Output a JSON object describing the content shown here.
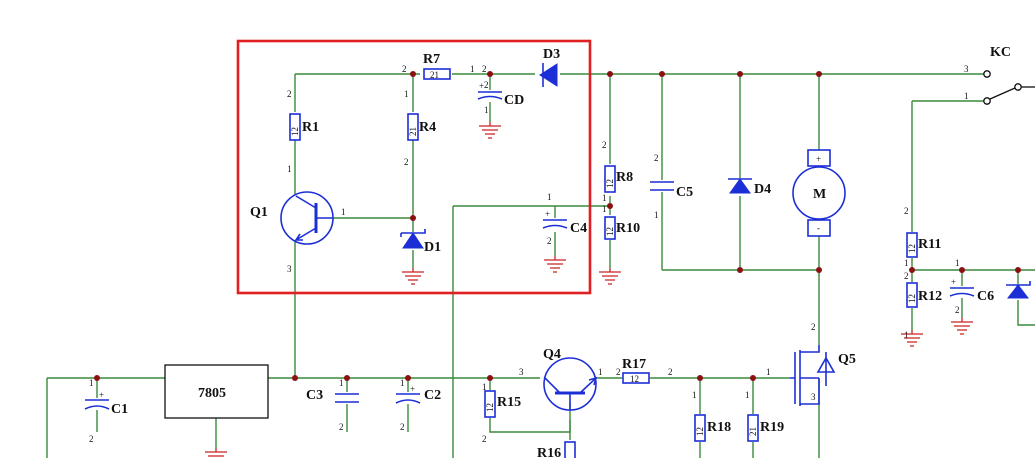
{
  "components": {
    "R1": "R1",
    "R4": "R4",
    "R7": "R7",
    "R8": "R8",
    "R10": "R10",
    "R11": "R11",
    "R12": "R12",
    "R15": "R15",
    "R16": "R16",
    "R17": "R17",
    "R18": "R18",
    "R19": "R19",
    "Q1": "Q1",
    "Q4": "Q4",
    "Q5": "Q5",
    "D1": "D1",
    "D3": "D3",
    "D4": "D4",
    "C1": "C1",
    "C2": "C2",
    "C3": "C3",
    "C4": "C4",
    "C5": "C5",
    "C6": "C6",
    "CD": "CD",
    "KC": "KC",
    "REG": "7805",
    "MOTOR": "M"
  },
  "marks": {
    "plus": "+",
    "minus": "-",
    "res12": "12",
    "res21": "21"
  },
  "pins": {
    "p1": "1",
    "p2": "2",
    "p3": "3"
  },
  "colors": {
    "wire": "#3a8a3a",
    "component": "#1c2fd6",
    "ground": "#cc2222",
    "highlight": "#e02020",
    "junction": "#8b1010"
  }
}
